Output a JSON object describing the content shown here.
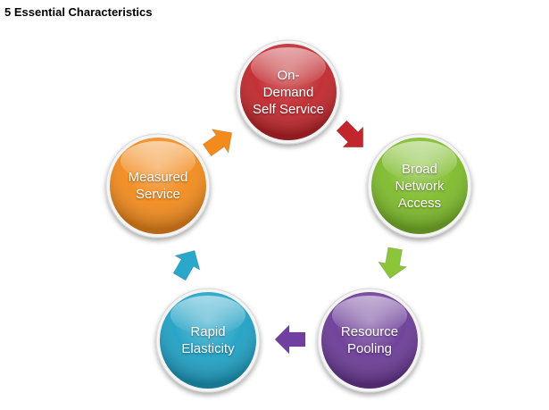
{
  "title": "5 Essential Characteristics",
  "nodes": [
    {
      "label": "On-\nDemand\nSelf Service",
      "color": "#c0262b"
    },
    {
      "label": "Broad\nNetwork\nAccess",
      "color": "#7dbb2a"
    },
    {
      "label": "Resource\nPooling",
      "color": "#6a3a96"
    },
    {
      "label": "Rapid\nElasticity",
      "color": "#1fa0c4"
    },
    {
      "label": "Measured\nService",
      "color": "#f28a1c"
    }
  ],
  "arrows": [
    {
      "from": "On-Demand Self Service",
      "to": "Broad Network Access",
      "color": "#c0262b"
    },
    {
      "from": "Broad Network Access",
      "to": "Resource Pooling",
      "color": "#8cc43a"
    },
    {
      "from": "Resource Pooling",
      "to": "Rapid Elasticity",
      "color": "#7040a0"
    },
    {
      "from": "Rapid Elasticity",
      "to": "Measured Service",
      "color": "#2aa8cc"
    },
    {
      "from": "Measured Service",
      "to": "On-Demand Self Service",
      "color": "#f28a1c"
    }
  ]
}
